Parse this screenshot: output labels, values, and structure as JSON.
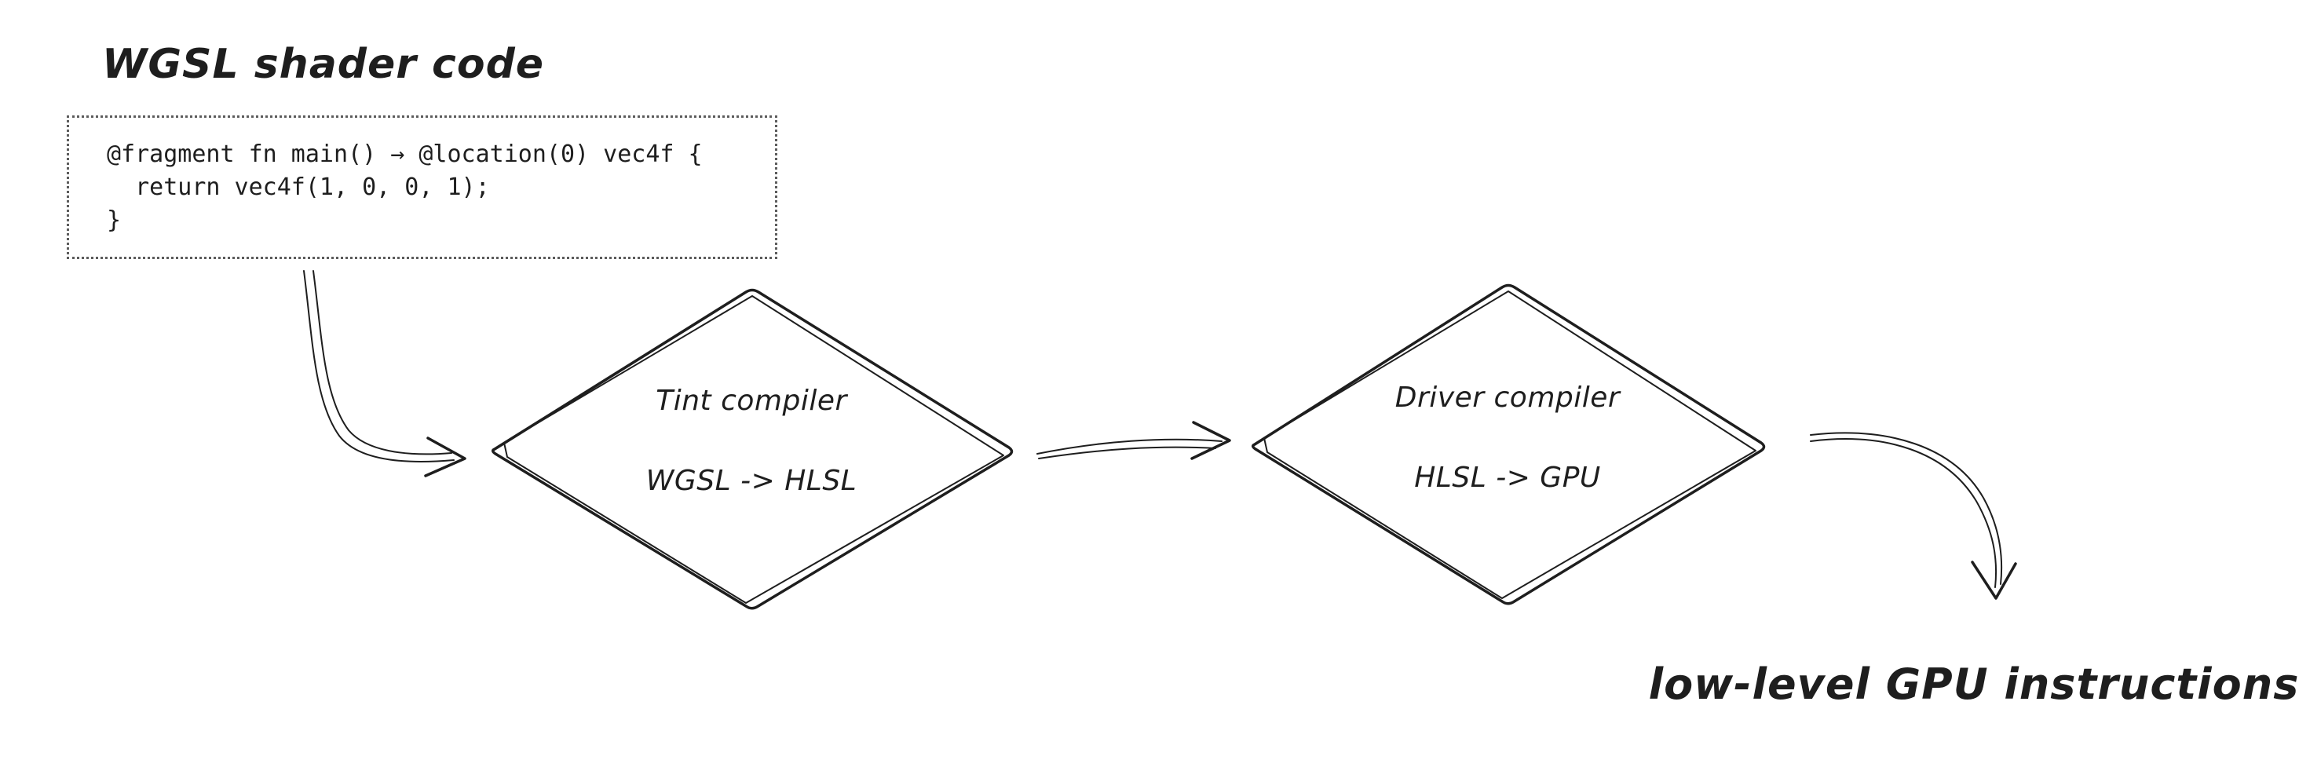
{
  "diagram": {
    "title": "WGSL shader code",
    "code_block": {
      "lines": [
        "@fragment fn main() → @location(0) vec4f {",
        "  return vec4f(1, 0, 0, 1);",
        "}"
      ]
    },
    "nodes": [
      {
        "label": "Tint compiler",
        "sublabel": "WGSL -> HLSL"
      },
      {
        "label": "Driver compiler",
        "sublabel": "HLSL -> GPU"
      }
    ],
    "output_label": "low-level GPU instructions",
    "colors": {
      "ink": "#1e1e1e",
      "background": "#ffffff",
      "code_border": "#5c5c5c"
    }
  }
}
